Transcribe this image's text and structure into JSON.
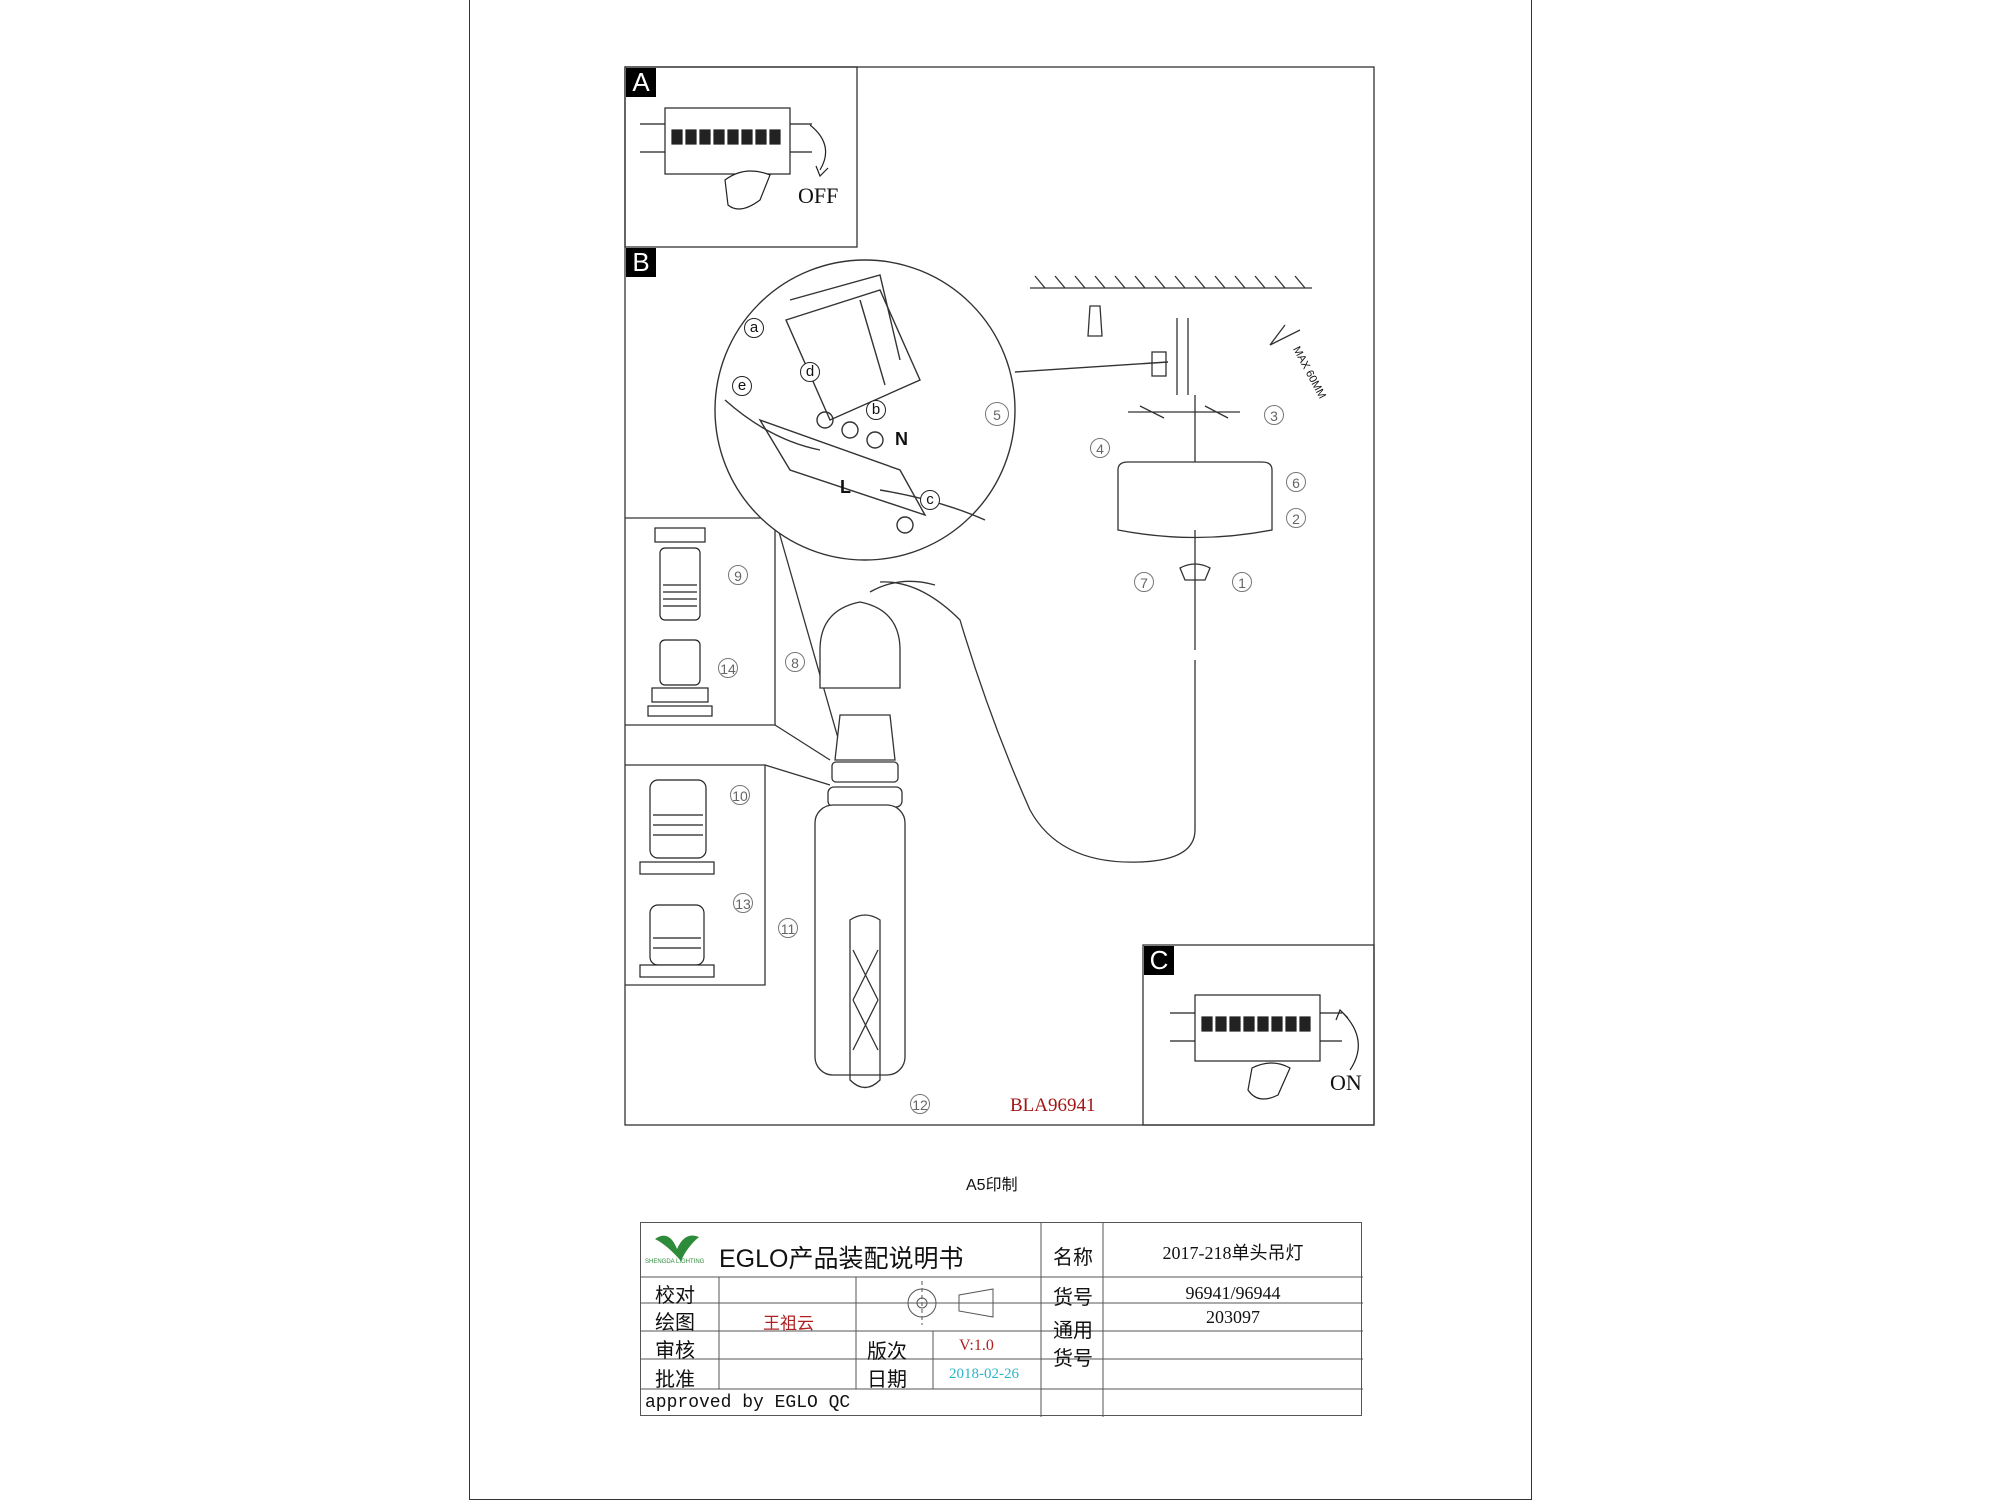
{
  "panels": {
    "a": {
      "tag": "A",
      "switch_label": "OFF"
    },
    "b": {
      "tag": "B",
      "model_code": "BLA96941"
    },
    "c": {
      "tag": "C",
      "switch_label": "ON"
    }
  },
  "callouts": {
    "wire_a": "a",
    "wire_b": "b",
    "wire_c": "c",
    "wire_d": "d",
    "wire_e": "e",
    "term_n": "N",
    "term_l": "L",
    "max_length": "MAX 60MM"
  },
  "steps": [
    "1",
    "2",
    "3",
    "4",
    "5",
    "6",
    "7",
    "8",
    "9",
    "10",
    "11",
    "12",
    "13",
    "14"
  ],
  "print_note": "A5印制",
  "title_block": {
    "logo_text": "SHENGDA LIGHTING",
    "doc_title": "EGLO产品装配说明书",
    "labels": {
      "check": "校对",
      "draw": "绘图",
      "review": "审核",
      "approve": "批准",
      "version": "版次",
      "date": "日期",
      "name": "名称",
      "item_no": "货号",
      "common_item_no": "通用货号"
    },
    "values": {
      "drafter": "王祖云",
      "version": "V:1.0",
      "date": "2018-02-26",
      "name": "2017-218单头吊灯",
      "item_no": "96941/96944",
      "common_item_no": "203097"
    },
    "approved_by": "approved by EGLO QC"
  }
}
